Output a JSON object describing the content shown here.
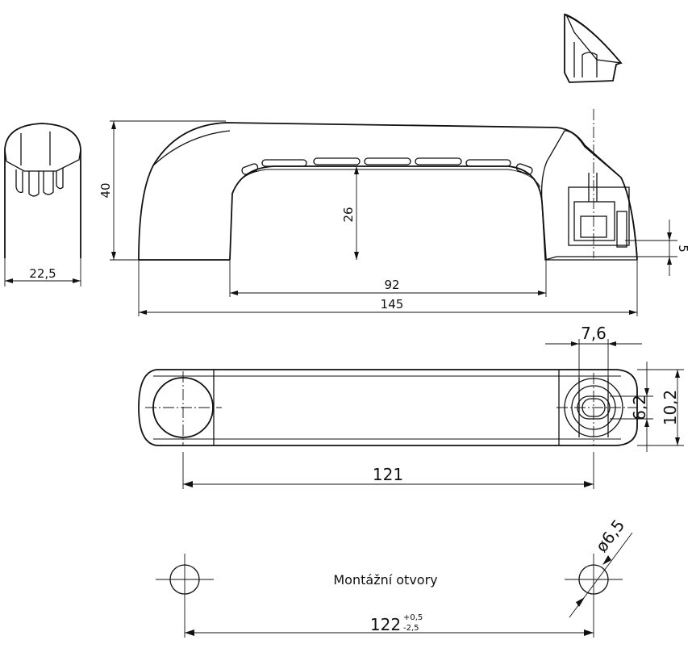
{
  "dimensions": {
    "width_side": "22,5",
    "height_total": "40",
    "inner_height": "26",
    "inner_width": "92",
    "overall_length": "145",
    "slot_width": "7,6",
    "slot_length": "6,2",
    "end_width": "10,2",
    "insert_depth": "5",
    "hole_spacing": "121",
    "mounting_distance": "122",
    "tol_upper": "+0,5",
    "tol_lower": "-2,5",
    "hole_diameter": "ø6,5"
  },
  "labels": {
    "mounting_holes": "Montážní otvory"
  }
}
